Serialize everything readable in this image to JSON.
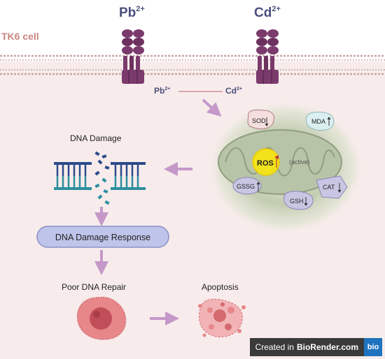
{
  "ions": {
    "pb_main": {
      "base": "Pb",
      "sup": "2+"
    },
    "cd_main": {
      "base": "Cd",
      "sup": "2+"
    },
    "pb_small": {
      "base": "Pb",
      "sup": "2+"
    },
    "cd_small": {
      "base": "Cd",
      "sup": "2+"
    }
  },
  "cell_label": "TK6 cell",
  "mitochondria": {
    "center_label": "ROS",
    "state_label": "(active)",
    "markers": [
      {
        "label": "SOD",
        "direction": "down"
      },
      {
        "label": "MDA",
        "direction": "up"
      },
      {
        "label": "GSSG",
        "direction": "up"
      },
      {
        "label": "CAT",
        "direction": "down"
      },
      {
        "label": "GSH",
        "direction": "down"
      }
    ]
  },
  "flow": {
    "dna_damage": "DNA Damage",
    "dna_damage_response": "DNA Damage Response",
    "poor_repair": "Poor DNA Repair",
    "apoptosis": "Apoptosis"
  },
  "credit": {
    "prefix": "Created in",
    "brand": "BioRender.com",
    "logo": "bio"
  },
  "colors": {
    "cell_bg": "#f7eceb",
    "membrane": "#c9a4a1",
    "channel": "#7b3a6c",
    "cell_label": "#c9857f",
    "ion_text": "#4a4e7a",
    "arrow": "#c598c9",
    "ros": "#f2e21c",
    "dna_blue": "#2b4a8c",
    "dna_teal": "#2d8fa0",
    "response_fill": "#bfc4ea",
    "cell_pink": "#e8878a"
  }
}
